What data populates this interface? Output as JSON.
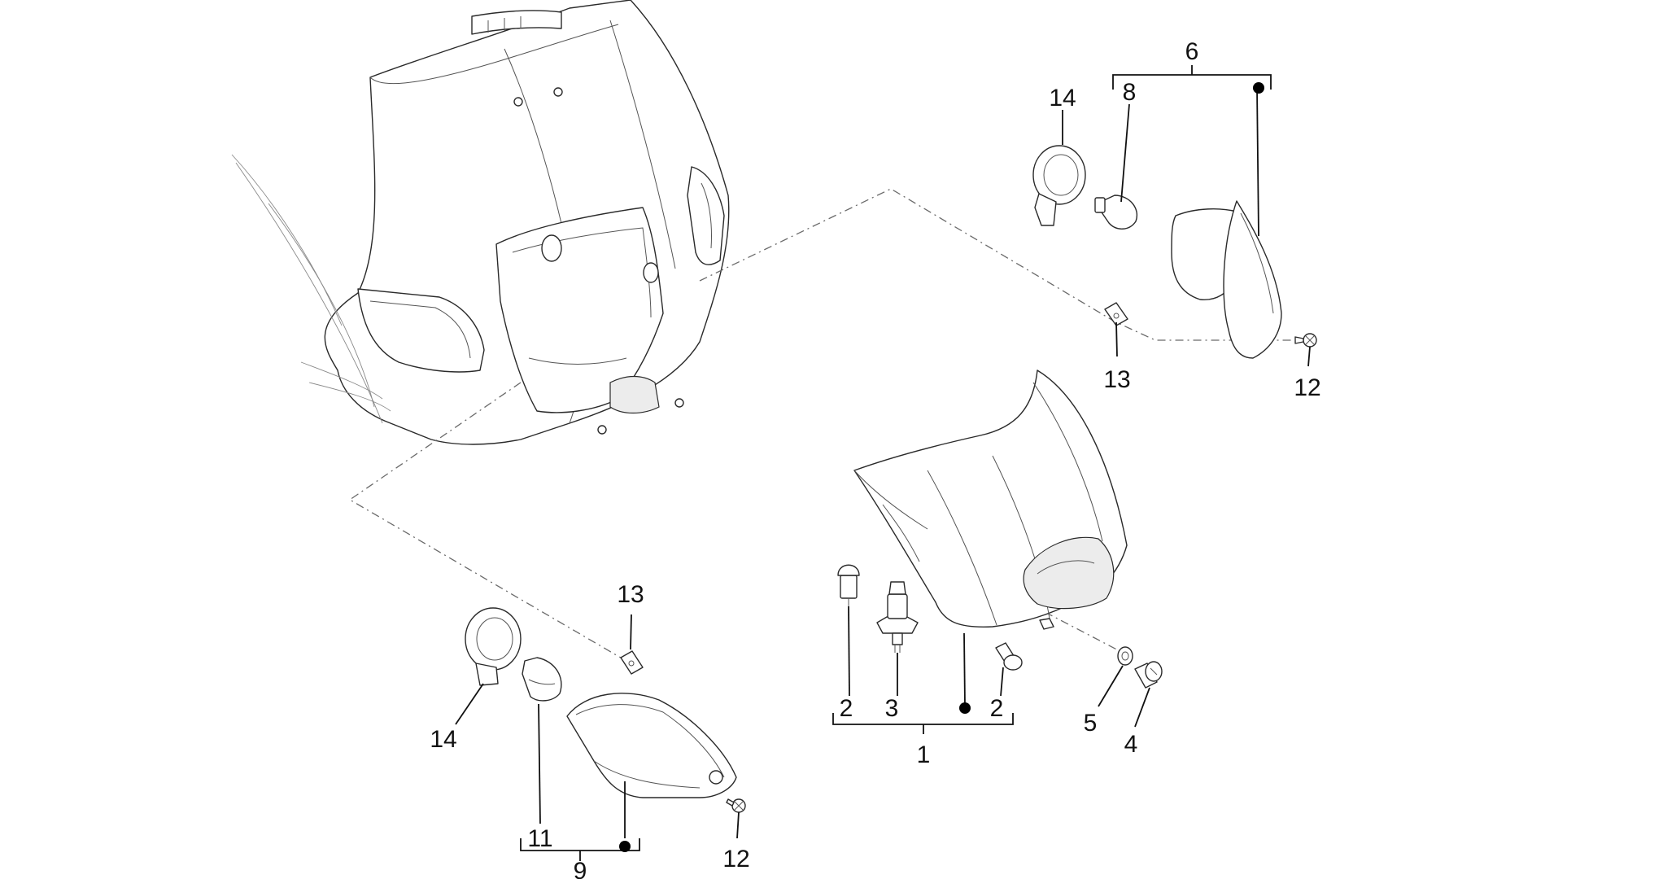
{
  "callouts": {
    "c1": "1",
    "c2a": "2",
    "c2b": "2",
    "c3": "3",
    "c4": "4",
    "c5": "5",
    "c6": "6",
    "c8": "8",
    "c9": "9",
    "c11": "11",
    "c12a": "12",
    "c12b": "12",
    "c13a": "13",
    "c13b": "13",
    "c14a": "14",
    "c14b": "14"
  },
  "colors": {
    "line": "#2a2a2a",
    "text": "#111111",
    "background": "#ffffff"
  }
}
